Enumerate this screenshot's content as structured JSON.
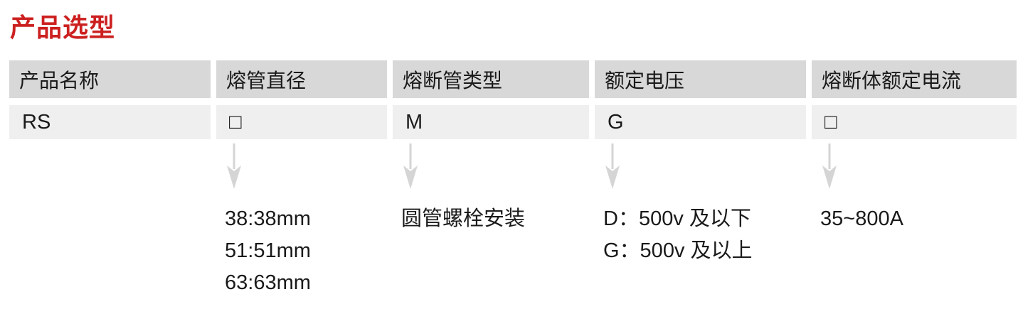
{
  "page": {
    "title": "产品选型"
  },
  "colors": {
    "title_red": "#cc2020",
    "header_bg": "#d8d8d8",
    "cell_bg": "#efefef",
    "arrow_gray": "#d5d5d5",
    "text": "#1a1a1a"
  },
  "table": {
    "columns": [
      {
        "header": "产品名称",
        "code": "RS",
        "options": []
      },
      {
        "header": "熔管直径",
        "code": "□",
        "options": [
          "38:38mm",
          "51:51mm",
          "63:63mm"
        ]
      },
      {
        "header": "熔断管类型",
        "code": "M",
        "options": [
          "圆管螺栓安装"
        ]
      },
      {
        "header": "额定电压",
        "code": "G",
        "options": [
          "D：500v 及以下",
          "G：500v 及以上"
        ]
      },
      {
        "header": "熔断体额定电流",
        "code": "□",
        "options": [
          "35~800A"
        ]
      }
    ]
  }
}
